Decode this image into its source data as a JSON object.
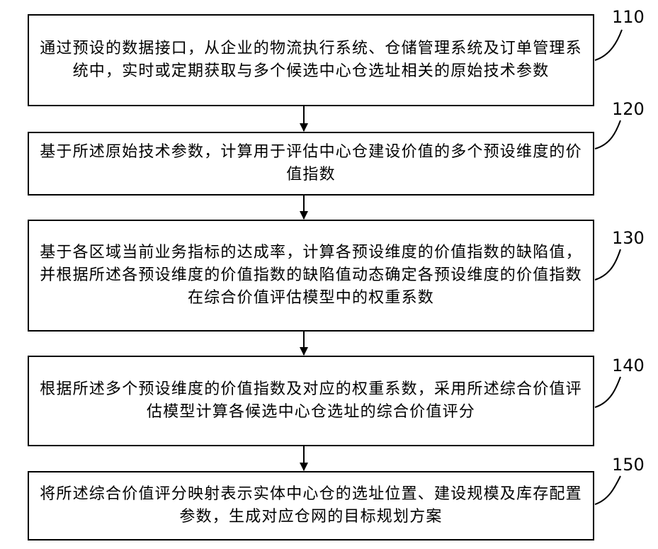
{
  "steps": [
    {
      "id": "110",
      "text": "通过预设的数据接口，从企业的物流执行系统、仓储管理系统及订单管理系统中，实时或定期获取与多个候选中心仓选址相关的原始技术参数"
    },
    {
      "id": "120",
      "text": "基于所述原始技术参数，计算用于评估中心仓建设价值的多个预设维度的价值指数"
    },
    {
      "id": "130",
      "text": "基于各区域当前业务指标的达成率，计算各预设维度的价值指数的缺陷值，并根据所述各预设维度的价值指数的缺陷值动态确定各预设维度的价值指数在综合价值评估模型中的权重系数"
    },
    {
      "id": "140",
      "text": "根据所述多个预设维度的价值指数及对应的权重系数，采用所述综合价值评估模型计算各候选中心仓选址的综合价值评分"
    },
    {
      "id": "150",
      "text": "将所述综合价值评分映射表示实体中心仓的选址位置、建设规模及库存配置参数，生成对应仓网的目标规划方案"
    }
  ]
}
